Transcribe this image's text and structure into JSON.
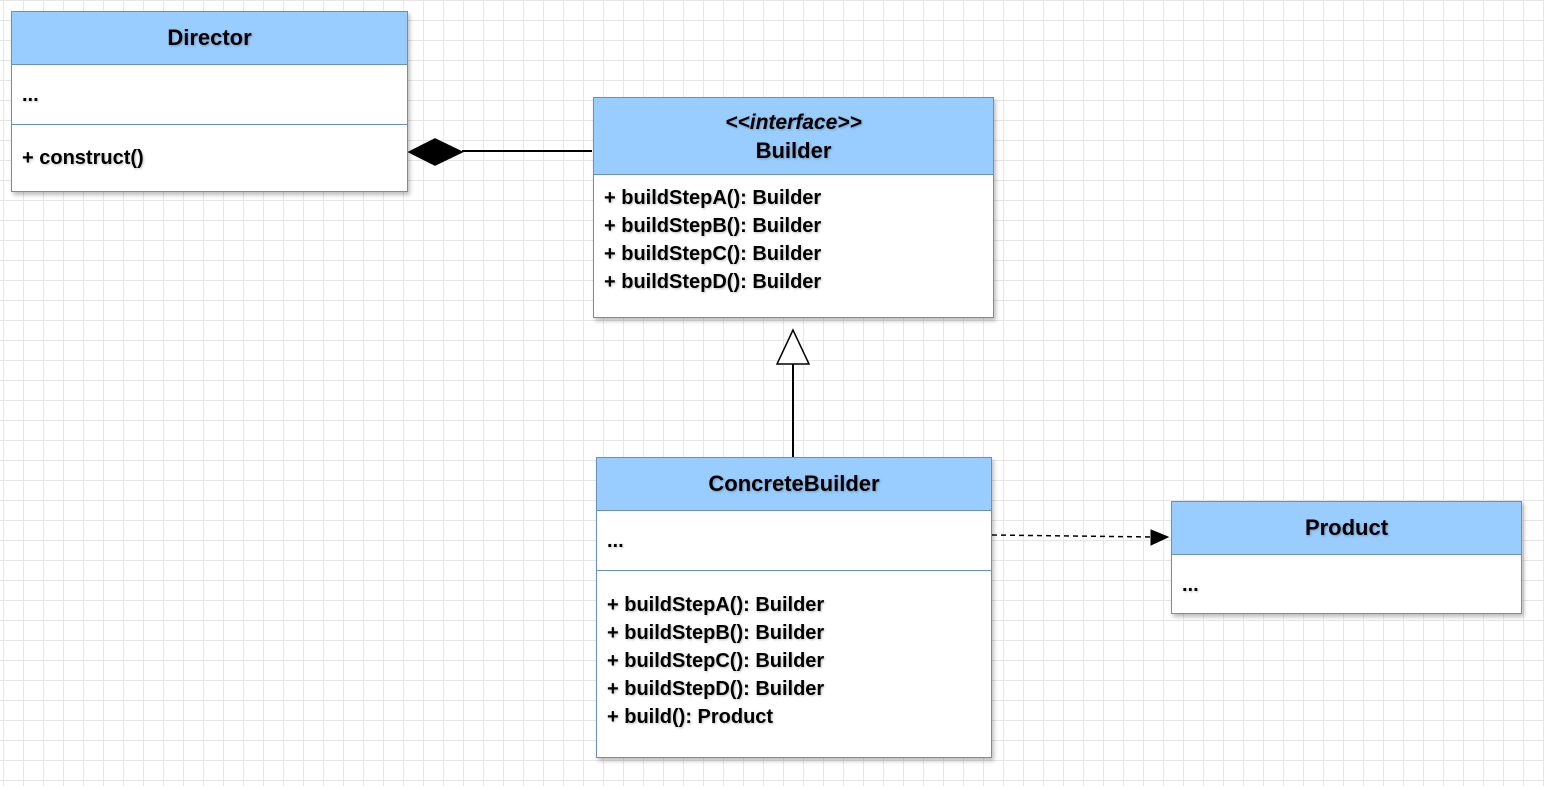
{
  "classes": {
    "director": {
      "name": "Director",
      "attributes": [
        "..."
      ],
      "methods": [
        "+ construct()"
      ]
    },
    "builder": {
      "stereotype": "<<interface>>",
      "name": "Builder",
      "methods": [
        "+ buildStepA(): Builder",
        "+ buildStepB(): Builder",
        "+ buildStepC(): Builder",
        "+ buildStepD(): Builder"
      ]
    },
    "concrete_builder": {
      "name": "ConcreteBuilder",
      "attributes": [
        "..."
      ],
      "methods": [
        "+ buildStepA(): Builder",
        "+ buildStepB(): Builder",
        "+ buildStepC(): Builder",
        "+ buildStepD(): Builder",
        "+ build(): Product"
      ]
    },
    "product": {
      "name": "Product",
      "attributes": [
        "..."
      ]
    }
  },
  "relationships": [
    {
      "type": "composition",
      "from": "Director",
      "to": "Builder"
    },
    {
      "type": "realization",
      "from": "ConcreteBuilder",
      "to": "Builder"
    },
    {
      "type": "dependency",
      "from": "ConcreteBuilder",
      "to": "Product"
    }
  ],
  "colors": {
    "header_fill": "#99ccff",
    "border": "#6c8ebf",
    "grid": "#e6e6e6",
    "line": "#000000"
  }
}
